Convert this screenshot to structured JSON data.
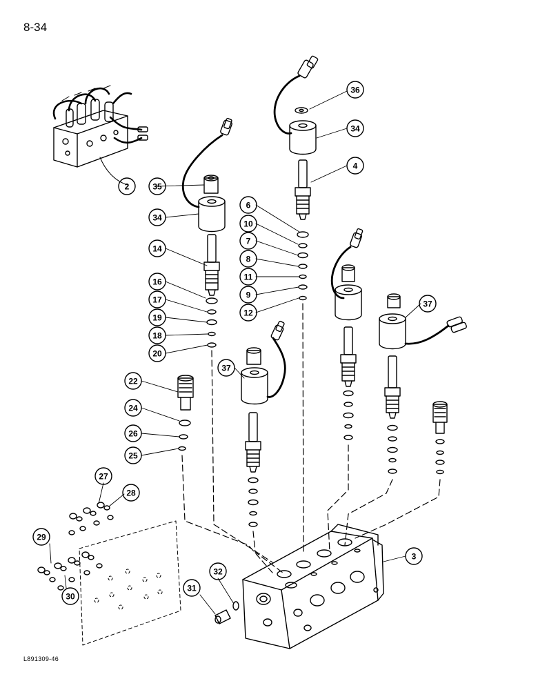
{
  "page_number": "8-34",
  "drawing_code": "L891309-46",
  "callouts": [
    {
      "label": "36"
    },
    {
      "label": "34"
    },
    {
      "label": "4"
    },
    {
      "label": "2"
    },
    {
      "label": "35"
    },
    {
      "label": "34"
    },
    {
      "label": "6"
    },
    {
      "label": "10"
    },
    {
      "label": "7"
    },
    {
      "label": "8"
    },
    {
      "label": "11"
    },
    {
      "label": "9"
    },
    {
      "label": "12"
    },
    {
      "label": "14"
    },
    {
      "label": "16"
    },
    {
      "label": "17"
    },
    {
      "label": "19"
    },
    {
      "label": "18"
    },
    {
      "label": "20"
    },
    {
      "label": "37"
    },
    {
      "label": "37"
    },
    {
      "label": "22"
    },
    {
      "label": "24"
    },
    {
      "label": "26"
    },
    {
      "label": "25"
    },
    {
      "label": "27"
    },
    {
      "label": "28"
    },
    {
      "label": "29"
    },
    {
      "label": "30"
    },
    {
      "label": "3"
    },
    {
      "label": "32"
    },
    {
      "label": "31"
    }
  ]
}
